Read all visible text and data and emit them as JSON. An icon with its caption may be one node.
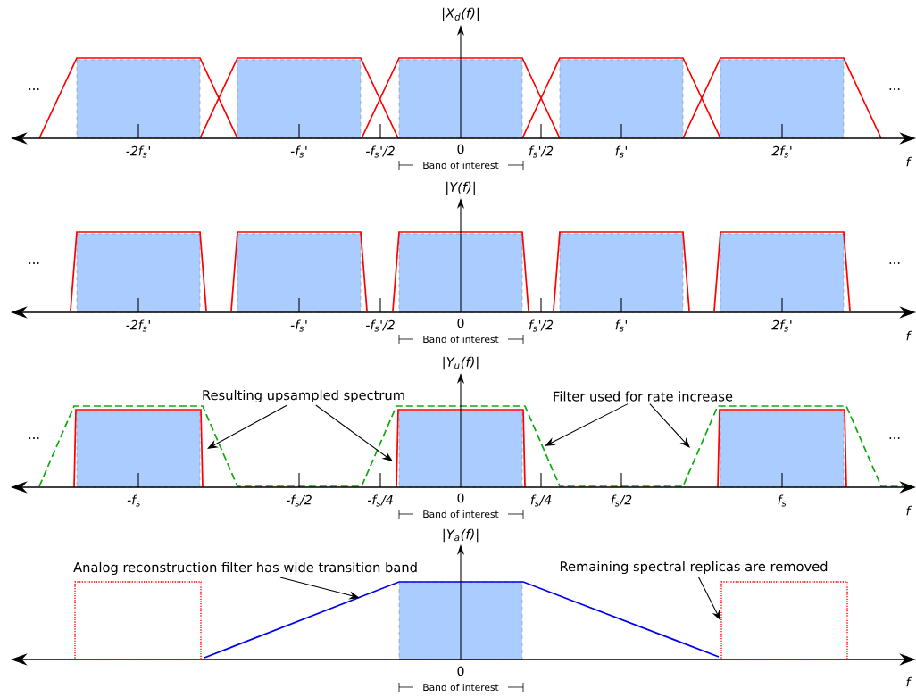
{
  "diagram": {
    "nodes": [
      {
        "text": [
          "Resulting upsampled spectrum"
        ]
      },
      {
        "text": [
          "Filter used for rate increase"
        ]
      },
      {
        "text": [
          "Analog reconstruction filter has wide transition band"
        ]
      },
      {
        "text": [
          "Remaining spectral replicas are removed"
        ]
      },
      {
        "text": [],
        "shape": "box"
      },
      {
        "text": [],
        "shape": "box"
      }
    ],
    "edges": [
      {
        "from": 0,
        "to": null,
        "arrow": "to"
      },
      {
        "from": 0,
        "to": null,
        "arrow": "to"
      },
      {
        "from": 1,
        "to": null,
        "arrow": "to"
      },
      {
        "from": 1,
        "to": null,
        "arrow": "to"
      },
      {
        "from": 2,
        "to": null,
        "arrow": "to"
      },
      {
        "from": 3,
        "to": 5,
        "arrow": "to"
      }
    ],
    "labels": [
      "|X$_{d}$(f)|",
      "...",
      "...",
      "-2f$_{s}$'",
      "-f$_{s}$'",
      "-f$_{s}$'/2",
      "0",
      "f$_{s}$'/2",
      "f$_{s}$'",
      "2f$_{s}$'",
      "Band of interest",
      "f",
      "|Y(f)|",
      "...",
      "...",
      "-2f$_{s}$'",
      "-f$_{s}$'",
      "-f$_{s}$'/2",
      "0",
      "f$_{s}$'/2",
      "f$_{s}$'",
      "2f$_{s}$'",
      "Band of interest",
      "f",
      "|Y$_{u}$(f)|",
      "...",
      "...",
      "-f$_{s}$",
      "-f$_{s}$/2",
      "-f$_{s}$/4",
      "0",
      "f$_{s}$/4",
      "f$_{s}$/2",
      "f$_{s}$",
      "Band of interest",
      "f",
      "|Y$_{a}$(f)|",
      "0",
      "Band of interest",
      "f"
    ]
  }
}
